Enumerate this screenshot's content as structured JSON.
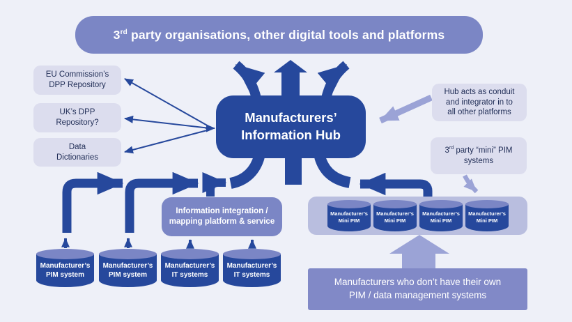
{
  "colors": {
    "bg": "#eef0f8",
    "dark": "#26489c",
    "mid": "#7b86c5",
    "light": "#9ba3d6",
    "container": "#b9bedf",
    "note": "#dcddee",
    "navy": "#1f2c55",
    "white": "#ffffff",
    "bottom_box": "#8189c7"
  },
  "banner": {
    "prefix": "3",
    "superscript": "rd",
    "rest": " party organisations, other digital tools and platforms"
  },
  "hub": {
    "line1": "Manufacturers’",
    "line2": "Information Hub"
  },
  "left_boxes": [
    {
      "line1": "EU Commission’s",
      "line2": "DPP Repository"
    },
    {
      "line1": "UK’s DPP",
      "line2": "Repository?"
    },
    {
      "line1": "Data",
      "line2": "Dictionaries"
    }
  ],
  "notes": {
    "conduit": {
      "line1": "Hub acts as conduit",
      "line2": "and integrator in to",
      "line3": "all other platforms"
    },
    "mini_pim": {
      "prefix": "3",
      "superscript": "rd",
      "rest": " party “mini” PIM",
      "line2": "systems"
    }
  },
  "integration_box": {
    "line1": "Information integration /",
    "line2": "mapping platform & service"
  },
  "source_cylinders": [
    {
      "line1": "Manufacturer’s",
      "line2": "PIM system"
    },
    {
      "line1": "Manufacturer’s",
      "line2": "PIM system"
    },
    {
      "line1": "Manufacturer’s",
      "line2": "IT systems"
    },
    {
      "line1": "Manufacturer’s",
      "line2": "IT systems"
    }
  ],
  "mini_pim_cylinders": [
    {
      "line1": "Manufacturer’s",
      "line2": "Mini PIM"
    },
    {
      "line1": "Manufacturer’s",
      "line2": "Mini PIM"
    },
    {
      "line1": "Manufacturer’s",
      "line2": "Mini PIM"
    },
    {
      "line1": "Manufacturer’s",
      "line2": "Mini PIM"
    }
  ],
  "bottom_box": {
    "line1": "Manufacturers who don’t have their own",
    "line2": "PIM / data management systems"
  }
}
